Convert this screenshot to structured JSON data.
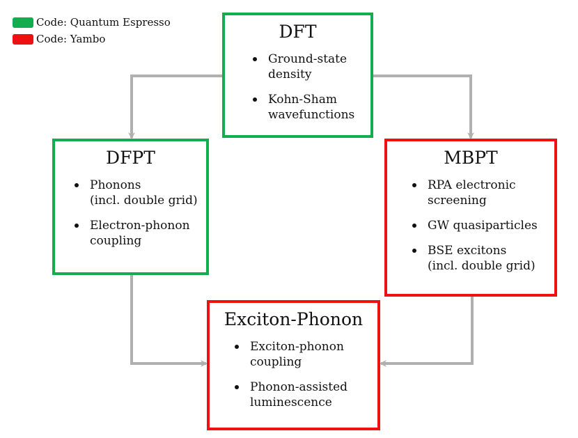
{
  "colors": {
    "quantum_espresso": "#12ad4e",
    "yambo": "#ee1111",
    "arrow": "#b0b0b0"
  },
  "legend": {
    "items": [
      {
        "label": "Code: Quantum Espresso",
        "color": "#12ad4e"
      },
      {
        "label": "Code: Yambo",
        "color": "#ee1111"
      }
    ]
  },
  "boxes": {
    "dft": {
      "title": "DFT",
      "color": "#12ad4e",
      "bullets": [
        [
          "Ground-state",
          "density"
        ],
        [
          "Kohn-Sham",
          "wavefunctions"
        ]
      ]
    },
    "dfpt": {
      "title": "DFPT",
      "color": "#12ad4e",
      "bullets": [
        [
          "Phonons",
          "(incl. double grid)"
        ],
        [
          "Electron-phonon",
          "coupling"
        ]
      ]
    },
    "mbpt": {
      "title": "MBPT",
      "color": "#ee1111",
      "bullets": [
        [
          "RPA electronic",
          "screening"
        ],
        [
          "GW quasiparticles"
        ],
        [
          "BSE excitons",
          "(incl. double grid)"
        ]
      ]
    },
    "exph": {
      "title": "Exciton-Phonon",
      "color": "#ee1111",
      "bullets": [
        [
          "Exciton-phonon",
          "coupling"
        ],
        [
          "Phonon-assisted",
          "luminescence"
        ]
      ]
    }
  }
}
